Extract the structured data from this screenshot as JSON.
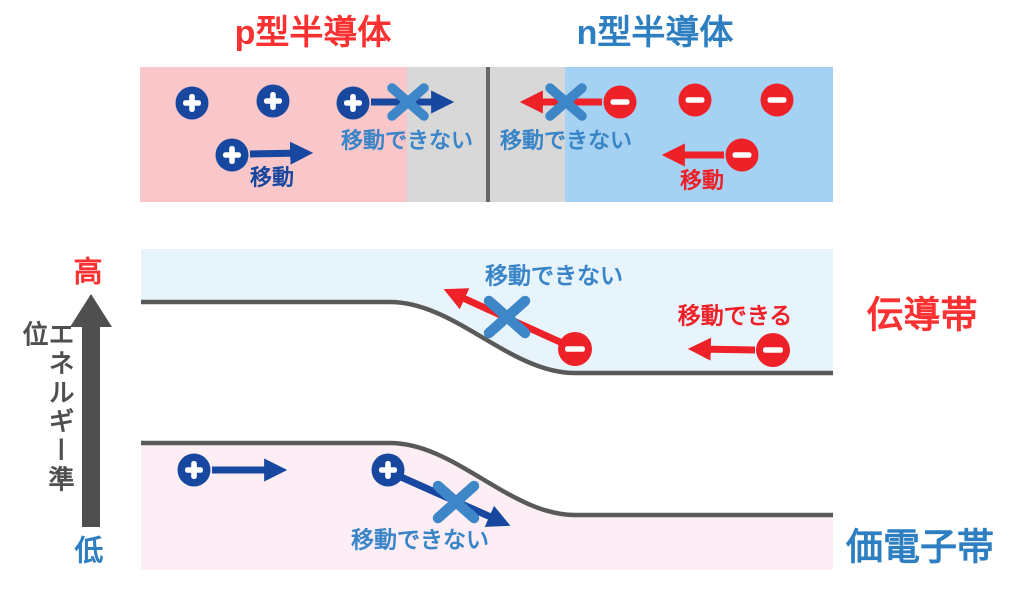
{
  "top": {
    "p_title": "p型半導体",
    "n_title": "n型半導体",
    "p_blocked_label": "移動できない",
    "p_move_label": "移動",
    "n_blocked_label": "移動できない",
    "n_move_label": "移動"
  },
  "axis": {
    "high": "高",
    "label": "エネルギー準位",
    "low": "低"
  },
  "bands": {
    "conduction_label": "伝導帯",
    "valence_label": "価電子帯",
    "cond_blocked_label": "移動できない",
    "cond_can_label": "移動できる",
    "val_blocked_label": "移動できない"
  },
  "icons": {
    "hole": "plus-circle",
    "electron": "minus-circle",
    "blocked": "x-mark"
  },
  "colors": {
    "red": "#ee2028",
    "title_red": "#fb3030",
    "dark_blue": "#17479e",
    "medium_blue": "#2d7fc1",
    "x_blue": "#3d86c8",
    "band_pink": "#f9c6ca",
    "band_gray": "#d8d8d8",
    "band_blue": "#a5d2f2",
    "junction_gray": "#686868",
    "conduction_fill": "#e8f4fb",
    "valence_fill": "#fdeef6",
    "band_line": "#595959",
    "axis_gray": "#4f4f4f"
  }
}
